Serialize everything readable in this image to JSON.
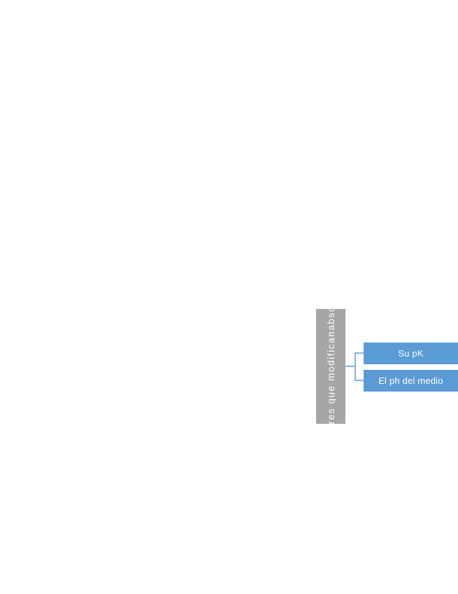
{
  "diagram": {
    "root": {
      "label_line1": "Factores que modifican",
      "label_line2": "absorcion",
      "color": "#a6a6a6"
    },
    "children": [
      {
        "label": "Su pK",
        "color": "#5b9bd5"
      },
      {
        "label": "El ph del medio",
        "color": "#5b9bd5"
      }
    ],
    "connector_color": "#5b9bd5"
  }
}
